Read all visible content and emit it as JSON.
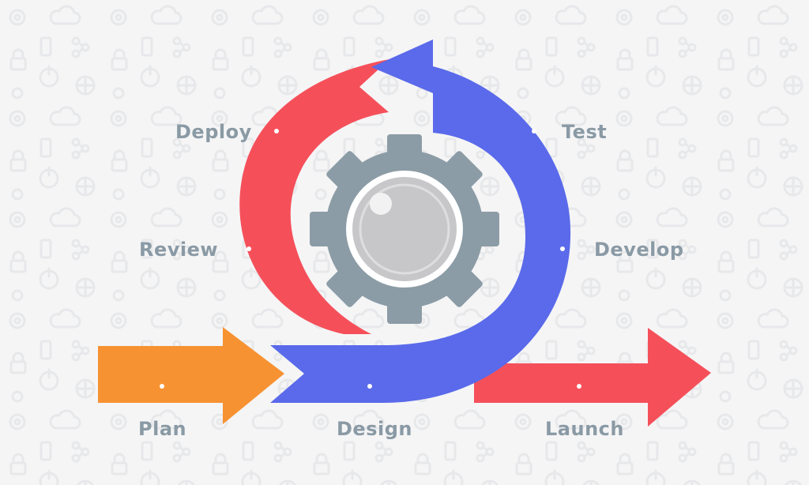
{
  "stages": {
    "plan": "Plan",
    "design": "Design",
    "launch": "Launch",
    "review": "Review",
    "develop": "Develop",
    "deploy": "Deploy",
    "test": "Test"
  },
  "colors": {
    "background": "#f5f5f6",
    "pattern": "#e7e8ea",
    "label": "#8a9aa5",
    "plan_arrow": "#f79232",
    "design_develop_arrow": "#5a6aea",
    "review_deploy_arrow": "#f5505a",
    "launch_arrow": "#f5505a",
    "gear": "#8c9ca6",
    "gear_center": "#c7c7c9"
  },
  "icons": [
    "gear-icon",
    "lens-icon",
    "cloud-icon",
    "share-icon",
    "lock-icon",
    "power-icon",
    "globe-icon",
    "bulb-icon",
    "phone-icon"
  ]
}
